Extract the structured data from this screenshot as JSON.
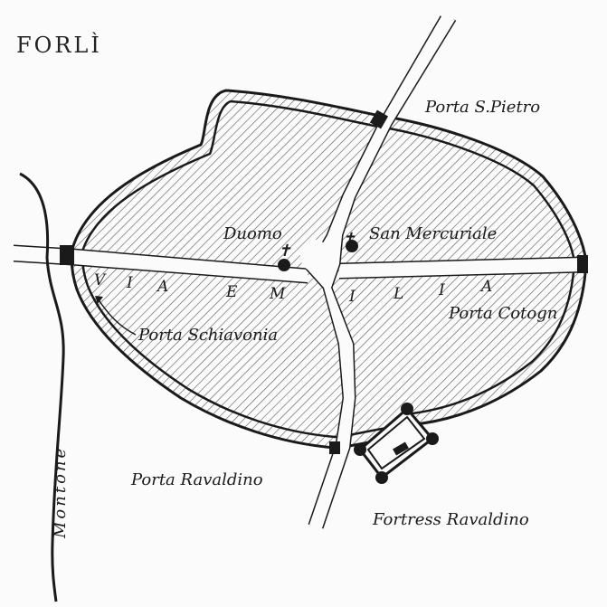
{
  "map": {
    "title": "FORLÌ",
    "river": "Montone",
    "road": {
      "name": "VIA EMILIA",
      "letters": [
        "V",
        "I",
        "A",
        "E",
        "M",
        "I",
        "L",
        "I",
        "A"
      ]
    },
    "labels": {
      "porta_s_pietro": "Porta S.Pietro",
      "duomo": "Duomo",
      "san_mercuriale": "San Mercuriale",
      "porta_cotogni": "Porta Cotogn",
      "porta_schiavonia": "Porta Schiavonia",
      "porta_ravaldino": "Porta Ravaldino",
      "fortress_ravaldino": "Fortress Ravaldino"
    },
    "colors": {
      "ink": "#1a1a1a",
      "paper": "#fbfbfb",
      "hatch": "#555555"
    }
  }
}
